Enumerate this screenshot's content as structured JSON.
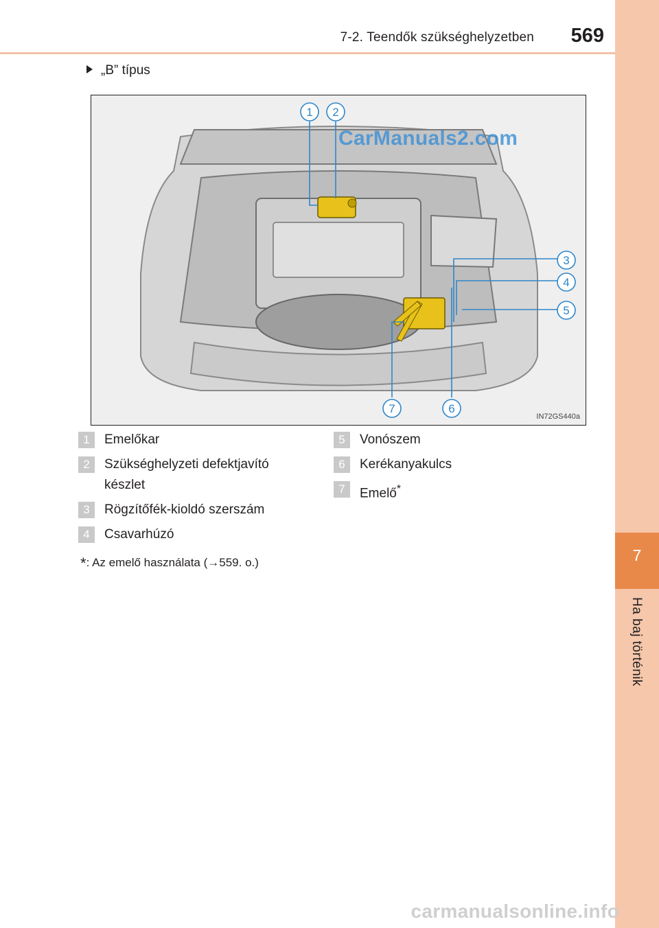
{
  "header": {
    "title": "7-2. Teendők szükséghelyzetben",
    "page_number": "569"
  },
  "side_tab": {
    "chapter_number": "7",
    "chapter_label": "Ha baj történik"
  },
  "type_heading": "„B” típus",
  "figure": {
    "code": "IN72GS440a",
    "watermark": "CarManuals2.com",
    "callouts": [
      "1",
      "2",
      "3",
      "4",
      "5",
      "6",
      "7"
    ]
  },
  "legend": {
    "left": [
      {
        "num": "1",
        "text": "Emelőkar"
      },
      {
        "num": "2",
        "text": "Szükséghelyzeti defektjavító",
        "text2": "készlet"
      },
      {
        "num": "3",
        "text": "Rögzítőfék-kioldó szerszám"
      },
      {
        "num": "4",
        "text": "Csavarhúzó"
      }
    ],
    "right": [
      {
        "num": "5",
        "text": "Vonószem"
      },
      {
        "num": "6",
        "text": "Kerékanyakulcs"
      },
      {
        "num": "7",
        "text": "Emelő",
        "sup": "*"
      }
    ]
  },
  "footnote": {
    "star": "*",
    "text": ": Az emelő használata (→559. o.)"
  },
  "bottom_watermark": "carmanualsonline.info",
  "colors": {
    "side_tab": "#f6c7ab",
    "chapter_box": "#e8894a",
    "header_rule": "#f0c2a6",
    "callout_line": "#2f86c9",
    "tool_yellow": "#e8c21a"
  }
}
